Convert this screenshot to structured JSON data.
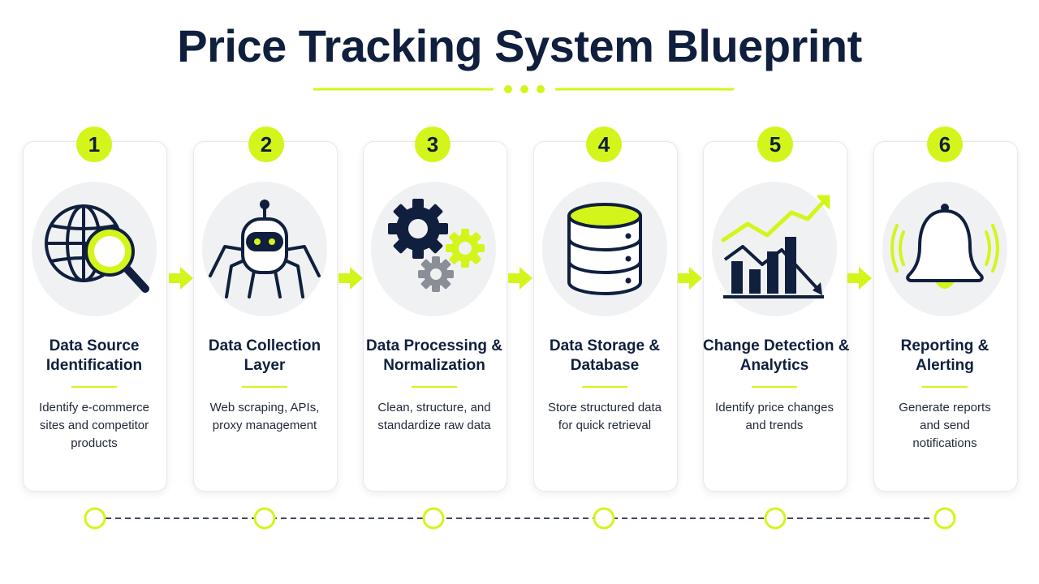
{
  "title": "Price Tracking System Blueprint",
  "colors": {
    "accent": "#d4f51b",
    "navy": "#0f1f3d",
    "gray_gear": "#8a8f97",
    "icon_bg": "#f0f1f3"
  },
  "stages": [
    {
      "number": "1",
      "icon": "globe-magnifier-icon",
      "title_lines": [
        "Data Source",
        "Identification"
      ],
      "desc_lines": [
        "Identify e-commerce",
        "sites and competitor",
        "products"
      ]
    },
    {
      "number": "2",
      "icon": "spider-robot-icon",
      "title_lines": [
        "Data Collection",
        "Layer"
      ],
      "desc_lines": [
        "Web scraping, APIs,",
        "proxy management"
      ]
    },
    {
      "number": "3",
      "icon": "gears-icon",
      "title_lines": [
        "Data Processing &",
        "Normalization"
      ],
      "desc_lines": [
        "Clean, structure, and",
        "standardize raw data"
      ]
    },
    {
      "number": "4",
      "icon": "database-icon",
      "title_lines": [
        "Data Storage &",
        "Database"
      ],
      "desc_lines": [
        "Store structured data",
        "for quick retrieval"
      ]
    },
    {
      "number": "5",
      "icon": "trend-chart-icon",
      "title_lines": [
        "Change Detection &",
        "Analytics"
      ],
      "desc_lines": [
        "Identify price changes",
        "and trends"
      ]
    },
    {
      "number": "6",
      "icon": "bell-icon",
      "title_lines": [
        "Reporting &",
        "Alerting"
      ],
      "desc_lines": [
        "Generate reports",
        "and send",
        "notifications"
      ]
    }
  ]
}
